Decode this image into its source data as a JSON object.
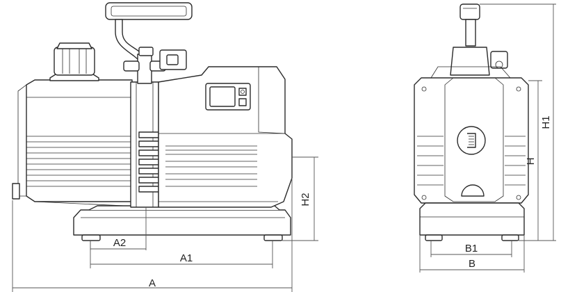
{
  "dimensions": {
    "A": "A",
    "A1": "A1",
    "A2": "A2",
    "H2": "H2",
    "B": "B",
    "B1": "B1",
    "H": "H",
    "H1": "H1"
  },
  "views": [
    "side-view",
    "front-view"
  ],
  "colors": {
    "line": "#2b2b2b",
    "dimension": "#555555",
    "background": "#ffffff"
  }
}
